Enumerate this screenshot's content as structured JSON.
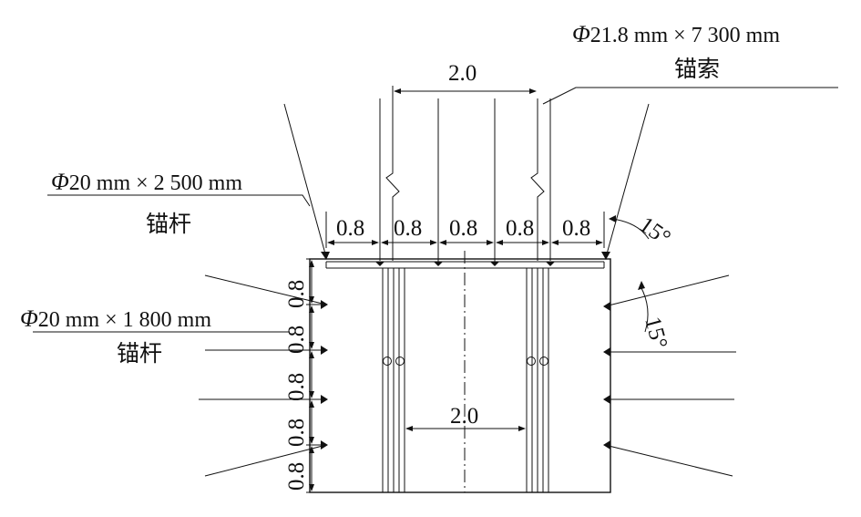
{
  "cable": {
    "phi": "Φ",
    "spec": "21.8 mm × 7 300 mm",
    "name": "锚索",
    "spacing": "2.0"
  },
  "roof_bolt": {
    "phi": "Φ",
    "spec": "20 mm × 2 500 mm",
    "name": "锚杆",
    "spacings": [
      "0.8",
      "0.8",
      "0.8",
      "0.8",
      "0.8"
    ],
    "angle": "15°"
  },
  "side_bolt": {
    "phi": "Φ",
    "spec": "20 mm × 1 800 mm",
    "name": "锚杆",
    "spacings": [
      "0.8",
      "0.8",
      "0.8",
      "0.8",
      "0.8"
    ],
    "angle": "15°"
  },
  "bottom_spacing": "2.0"
}
